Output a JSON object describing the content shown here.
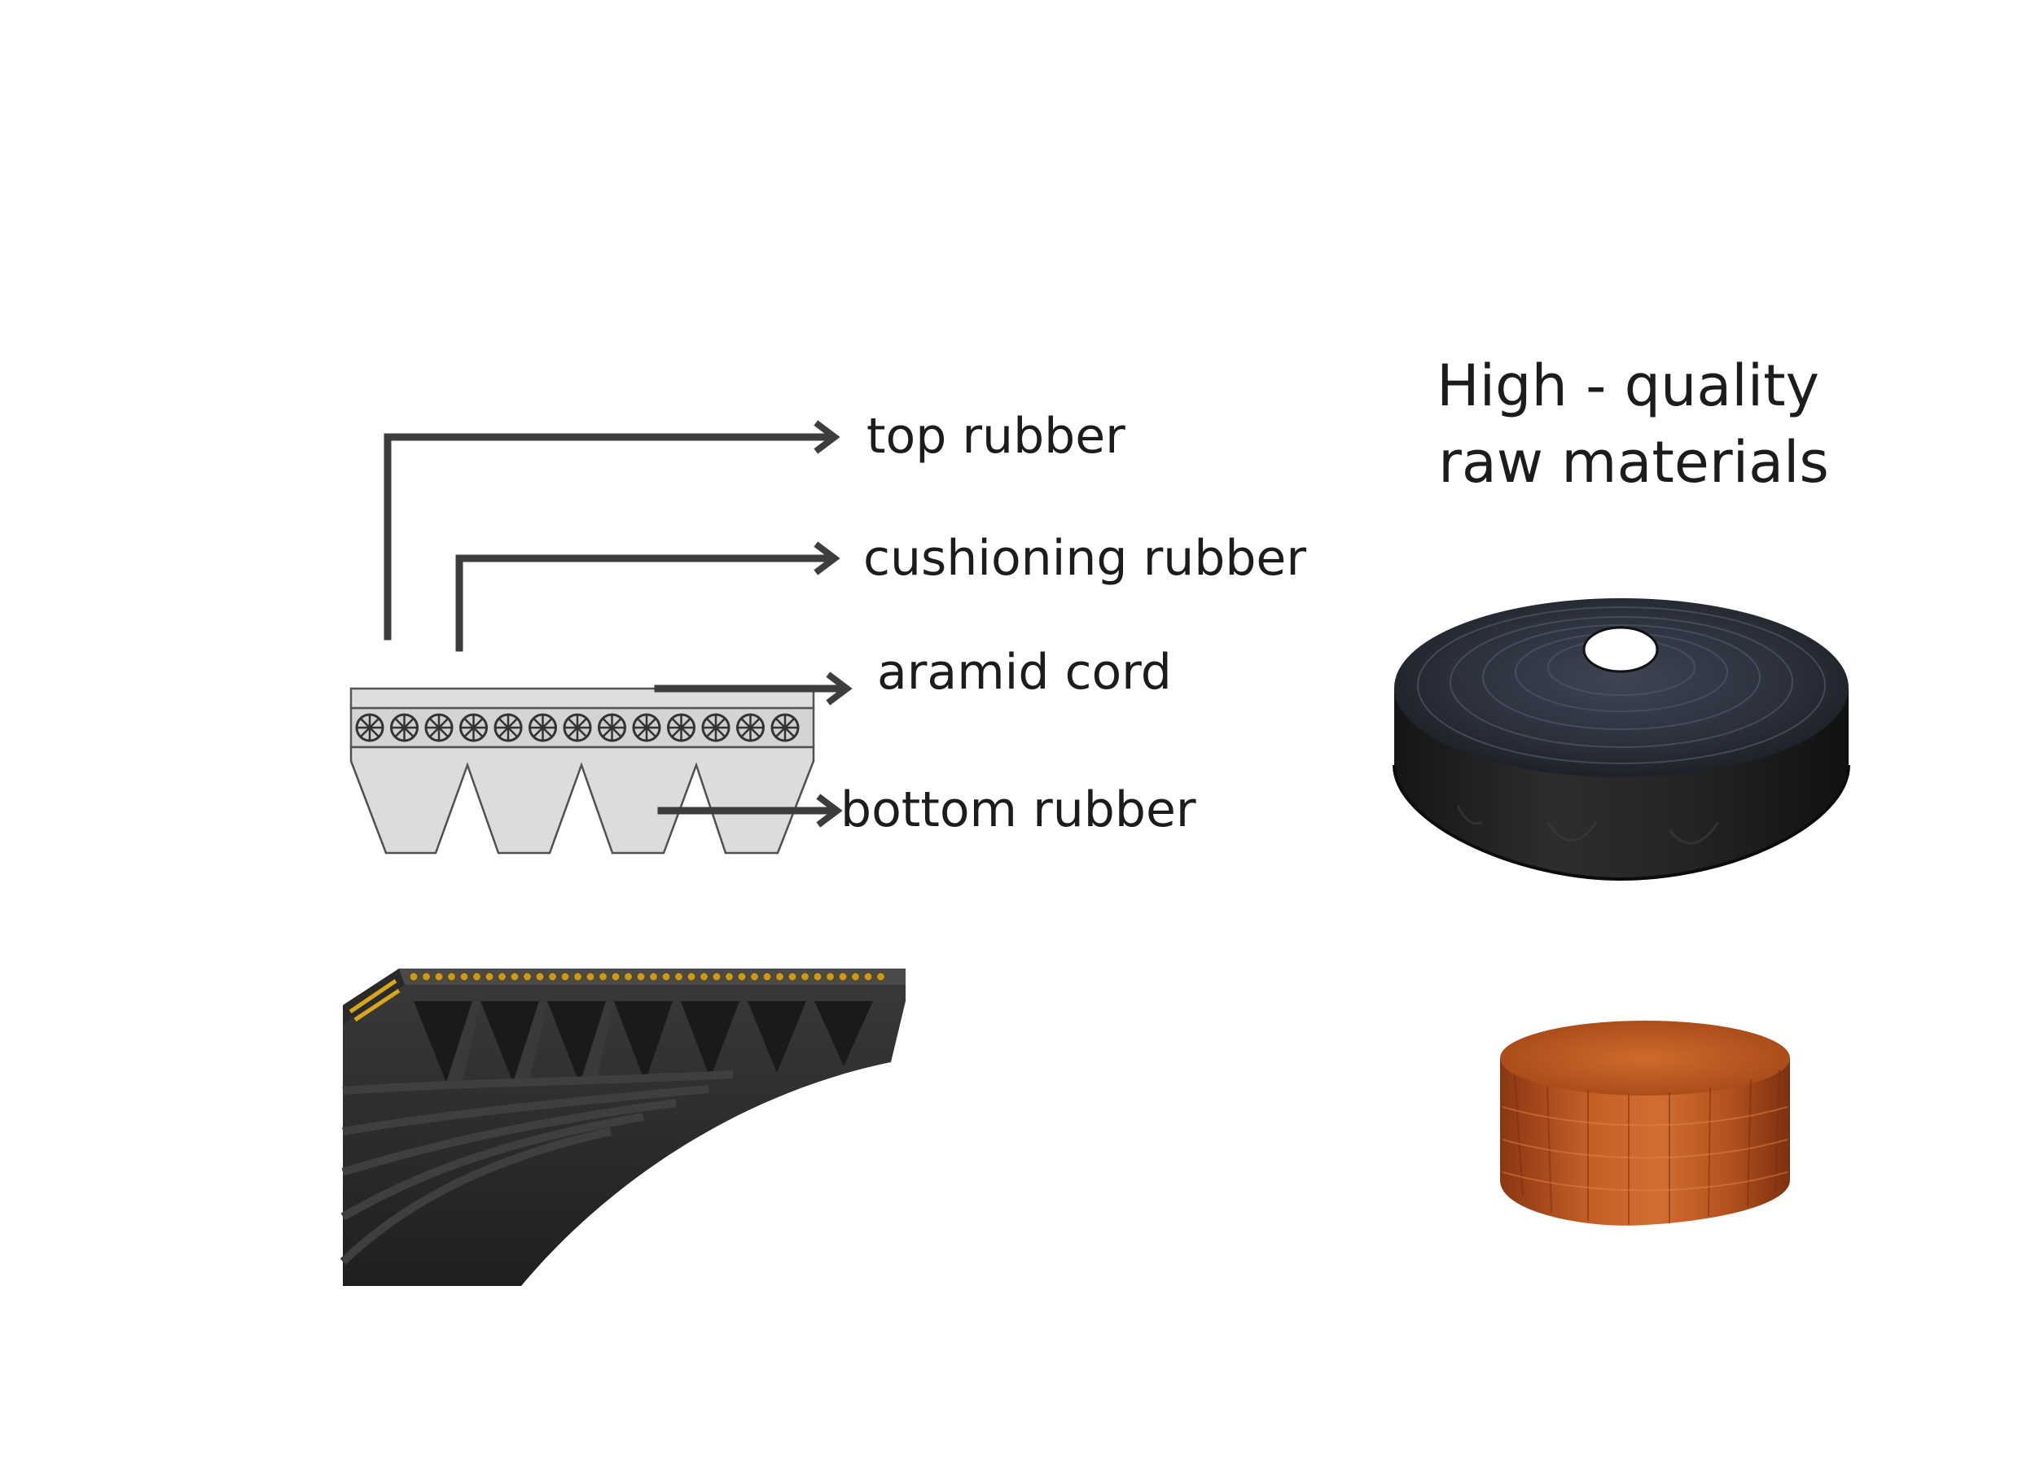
{
  "diagram": {
    "labels": {
      "top_rubber": "top rubber",
      "cushioning_rubber": "cushioning rubber",
      "aramid_cord": "aramid cord",
      "bottom_rubber": "bottom rubber"
    },
    "heading": {
      "line1": "High - quality",
      "line2": "raw materials"
    },
    "images": {
      "belt_photo": "ribbed belt",
      "rubber_roll": "rubber roll",
      "cord_spool": "aramid cord spool"
    },
    "colors": {
      "arrow": "#3d3d3d",
      "section_fill": "#dcdcdc",
      "section_stroke": "#505050",
      "belt_dark": "#2b2b2b",
      "cord_orange": "#b8521d"
    }
  }
}
